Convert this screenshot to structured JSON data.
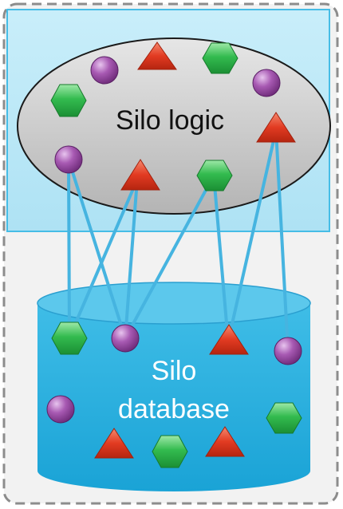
{
  "colors": {
    "background": "#f2f2f2",
    "frame_border": "#8c8c8c",
    "logic_panel": "#bfe9f7",
    "logic_panel_border": "#46bde6",
    "ellipse_fill": "#c8c8c8",
    "ellipse_border": "#1a1a1a",
    "cylinder_fill": "#2fb2e0",
    "cylinder_top": "#5cc8ec",
    "connector": "#46b4e0",
    "circle": "#9b4fa6",
    "hexagon": "#2bb24c",
    "triangle": "#e23b22"
  },
  "silo_logic": {
    "label": "Silo logic"
  },
  "silo_database": {
    "label_line1": "Silo",
    "label_line2": "database"
  },
  "shape_names": {
    "circle": "purple-circle-icon",
    "hexagon": "green-hexagon-icon",
    "triangle": "red-triangle-icon"
  }
}
